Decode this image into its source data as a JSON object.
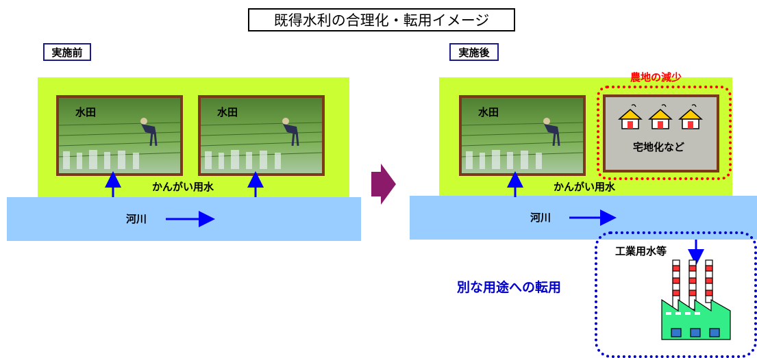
{
  "title": "既得水利の合理化・転用イメージ",
  "before": {
    "stage_label": "実施前",
    "paddy_left_label": "水田",
    "paddy_right_label": "水田",
    "irrigation_label": "かんがい用水",
    "river_label": "河川"
  },
  "after": {
    "stage_label": "実施後",
    "paddy_label": "水田",
    "farmland_decrease_label": "農地の減少",
    "residential_label": "宅地化など",
    "irrigation_label": "かんがい用水",
    "river_label": "河川",
    "industrial_label": "工業用水等",
    "diversion_label": "別な用途への転用"
  },
  "colors": {
    "field": "#ccff33",
    "river": "#99ccff",
    "arrow": "#0000ff",
    "paddy_frame": "#7a3a1a",
    "transition_arrow": "#8b1a6b",
    "decrease_text": "#ff0000",
    "diversion_text": "#0000cc"
  },
  "icons": [
    "house-icon",
    "factory-icon",
    "transition-arrow-icon"
  ]
}
